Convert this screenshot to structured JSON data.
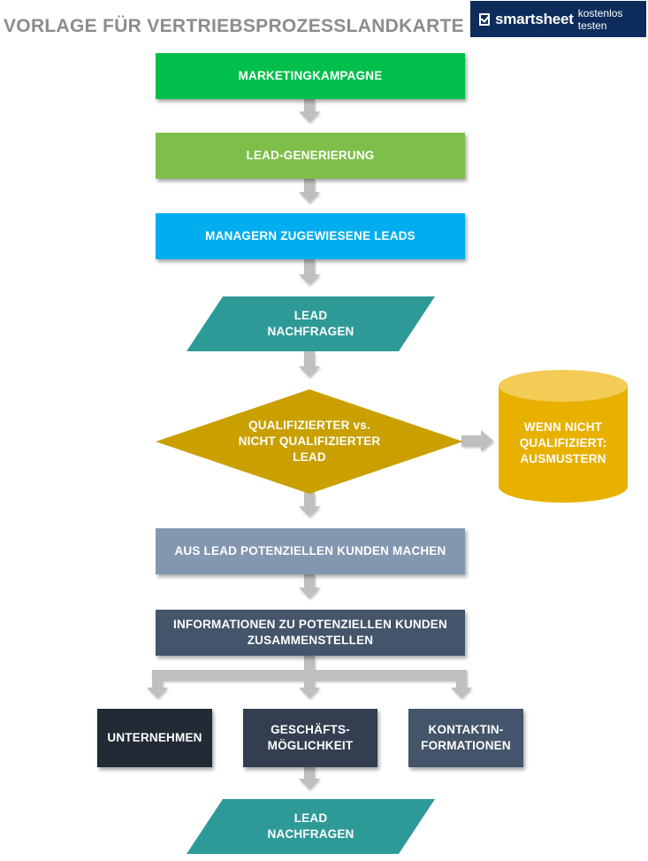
{
  "header": {
    "title": "VORLAGE FÜR VERTRIEBSPROZESSLANDKARTE"
  },
  "logo": {
    "brand": "smartsheet",
    "cta": "kostenlos testen",
    "background": "#0d2c5c"
  },
  "flow": {
    "marketing": "MARKETINGKAMPAGNE",
    "lead_generation": "LEAD-GENERIERUNG",
    "assigned_leads": "MANAGERN ZUGEWIESENE LEADS",
    "lead_inquiry_1": "LEAD\nNACHFRAGEN",
    "decision": "QUALIFIZIERTER vs.\nNICHT QUALIFIZIERTER\nLEAD",
    "discard": "WENN NICHT\nQUALIFIZIERT:\nAUSMUSTERN",
    "prospects": "AUS LEAD POTENZIELLEN KUNDEN MACHEN",
    "compile_info": "INFORMATIONEN ZU POTENZIELLEN KUNDEN\nZUSAMMENSTELLEN",
    "company": "UNTERNEHMEN",
    "business_opportunity": "GESCHÄFTS-\nMÖGLICHKEIT",
    "contact_info": "KONTAKTIN-\nFORMATIONEN",
    "lead_inquiry_2": "LEAD\nNACHFRAGEN"
  },
  "colors": {
    "marketing": "#00c04b",
    "lead_generation": "#7dbf49",
    "assigned_leads": "#00aeef",
    "lead_inquiry": "#2e9a98",
    "decision": "#c9a000",
    "discard_cylinder": "#e8b100",
    "prospects": "#8497b0",
    "compile_info": "#44546a",
    "company": "#222a35",
    "business_opportunity": "#333f50",
    "contact_info": "#44546a",
    "arrow": "#bfbfbf",
    "title": "#8c8c8c"
  }
}
